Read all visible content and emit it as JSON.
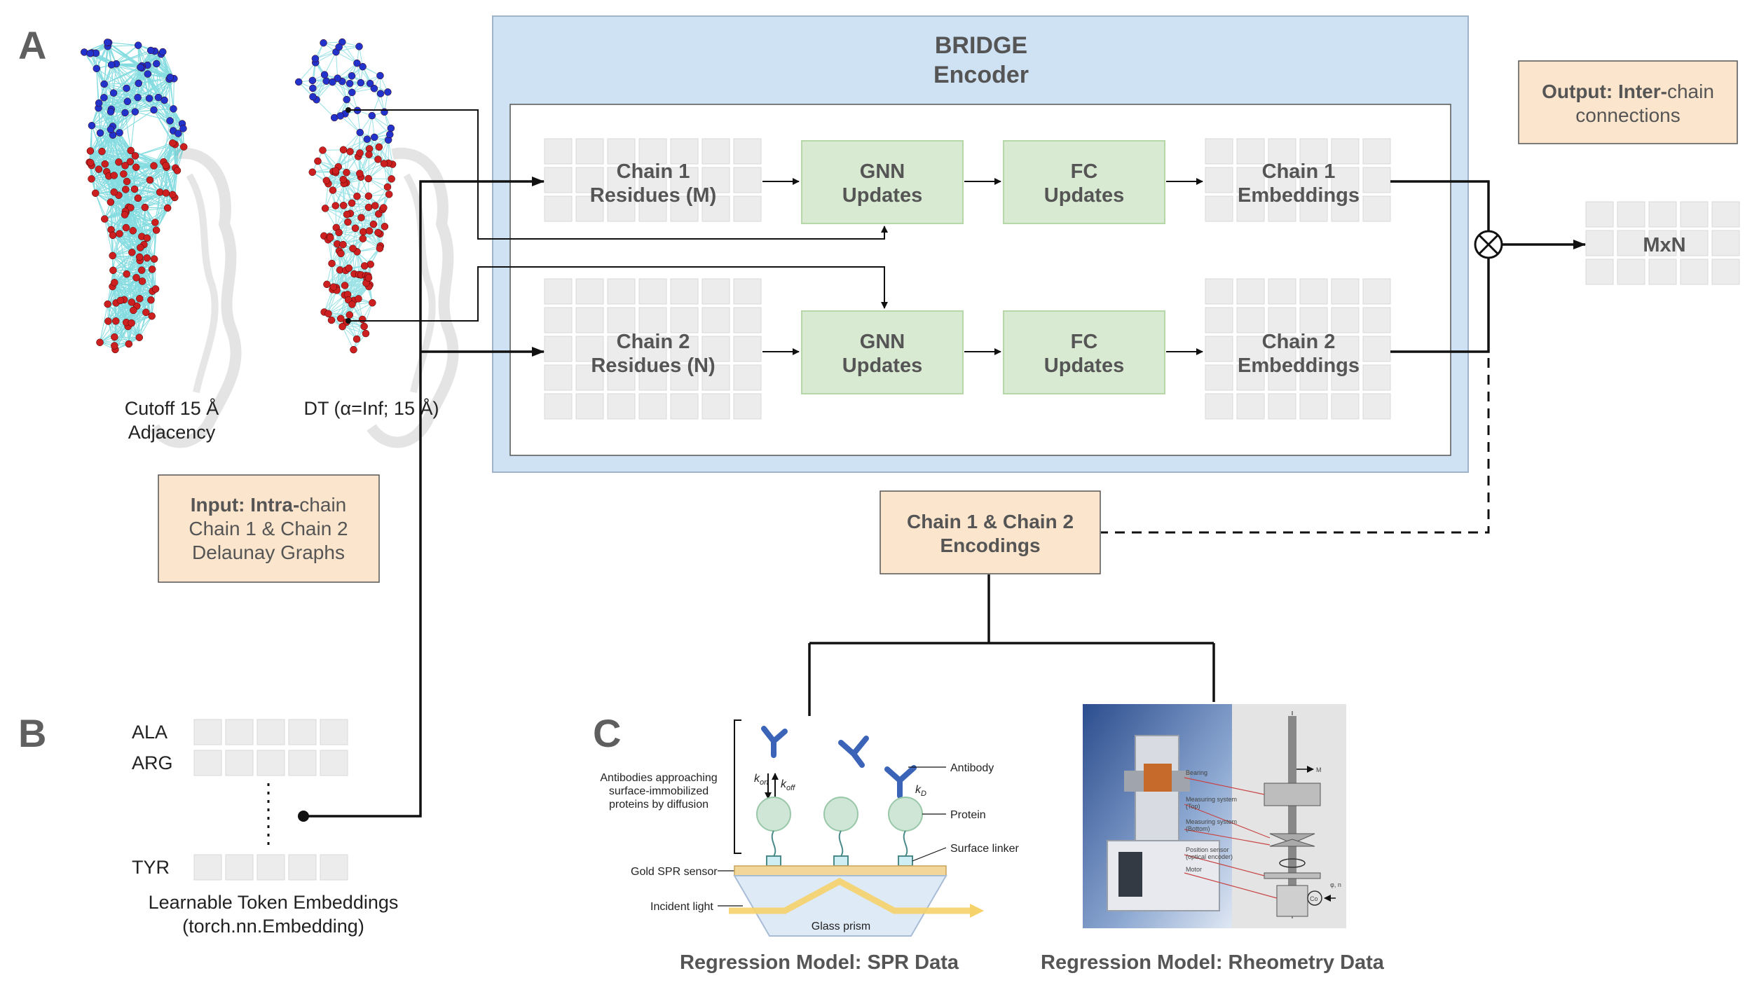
{
  "panels": {
    "a": "A",
    "b": "B",
    "c": "C"
  },
  "structures": {
    "left_caption_1": "Cutoff 15 Å",
    "left_caption_2": "Adjacency",
    "right_caption": "DT (α=Inf; 15 Å)"
  },
  "input_box": {
    "bold": "Input: Intra-",
    "rest": "chain",
    "line2": "Chain 1 & Chain 2",
    "line3": "Delaunay Graphs"
  },
  "encoder": {
    "title_1": "BRIDGE",
    "title_2": "Encoder",
    "chain1": {
      "residues_1": "Chain 1",
      "residues_2": "Residues (M)",
      "gnn_1": "GNN",
      "gnn_2": "Updates",
      "fc_1": "FC",
      "fc_2": "Updates",
      "emb_1": "Chain 1",
      "emb_2": "Embeddings"
    },
    "chain2": {
      "residues_1": "Chain 2",
      "residues_2": "Residues (N)",
      "gnn_1": "GNN",
      "gnn_2": "Updates",
      "fc_1": "FC",
      "fc_2": "Updates",
      "emb_1": "Chain 2",
      "emb_2": "Embeddings"
    }
  },
  "output_box": {
    "bold": "Output: Inter-",
    "rest": "chain",
    "line2": "connections"
  },
  "product_symbol": "⊗",
  "mxn_label": "MxN",
  "encodings_box": {
    "line1": "Chain 1 & Chain 2",
    "line2": "Encodings"
  },
  "tokens": {
    "rows": [
      "ALA",
      "ARG",
      "TYR"
    ],
    "caption_1": "Learnable Token Embeddings",
    "caption_2": "(torch.nn.Embedding)"
  },
  "spr": {
    "side_label_1": "Antibodies approaching",
    "side_label_2": "surface-immobilized",
    "side_label_3": "proteins by diffusion",
    "kon": "k",
    "kon_sub": "on",
    "koff": "k",
    "koff_sub": "off",
    "kd": "k",
    "kd_sub": "D",
    "antibody": "Antibody",
    "protein": "Protein",
    "linker": "Surface linker",
    "sensor": "Gold SPR sensor",
    "light": "Incident light",
    "prism": "Glass prism",
    "caption": "Regression Model: SPR Data"
  },
  "rheometry": {
    "caption": "Regression Model: Rheometry Data",
    "bearing": "Bearing",
    "meas_top": "Measuring system",
    "meas_top_2": "(Top)",
    "meas_bottom": "Measuring system",
    "meas_bottom_2": "(Bottom)",
    "position": "Position sensor",
    "position_2": "(optical encoder)",
    "motor": "Motor",
    "m_label": "M",
    "co_label": "Co",
    "phi_label": "φ, n"
  },
  "colors": {
    "encoder_bg": "#cfe2f3",
    "encoder_border": "#9fb4c8",
    "green_box": "#d9ead3",
    "green_border": "#b6d7a8",
    "peach_box": "#fce5cd",
    "grid_cell": "#ececec",
    "grid_border": "#d8d8d8",
    "node_blue": "#2233cc",
    "node_red": "#cc1f1f",
    "edge_cyan": "#20c0c8"
  }
}
